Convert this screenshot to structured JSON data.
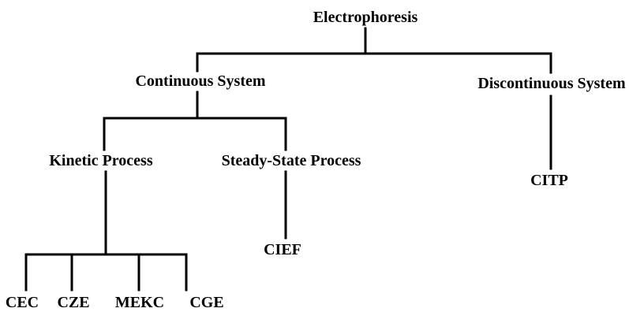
{
  "diagram": {
    "root": "Electrophoresis",
    "continuous_system": "Continuous System",
    "discontinuous_system": "Discontinuous System",
    "kinetic_process": "Kinetic Process",
    "steady_state_process": "Steady-State Process",
    "citp": "CITP",
    "cief": "CIEF",
    "cec": "CEC",
    "cze": "CZE",
    "mekc": "MEKC",
    "cge": "CGE"
  }
}
